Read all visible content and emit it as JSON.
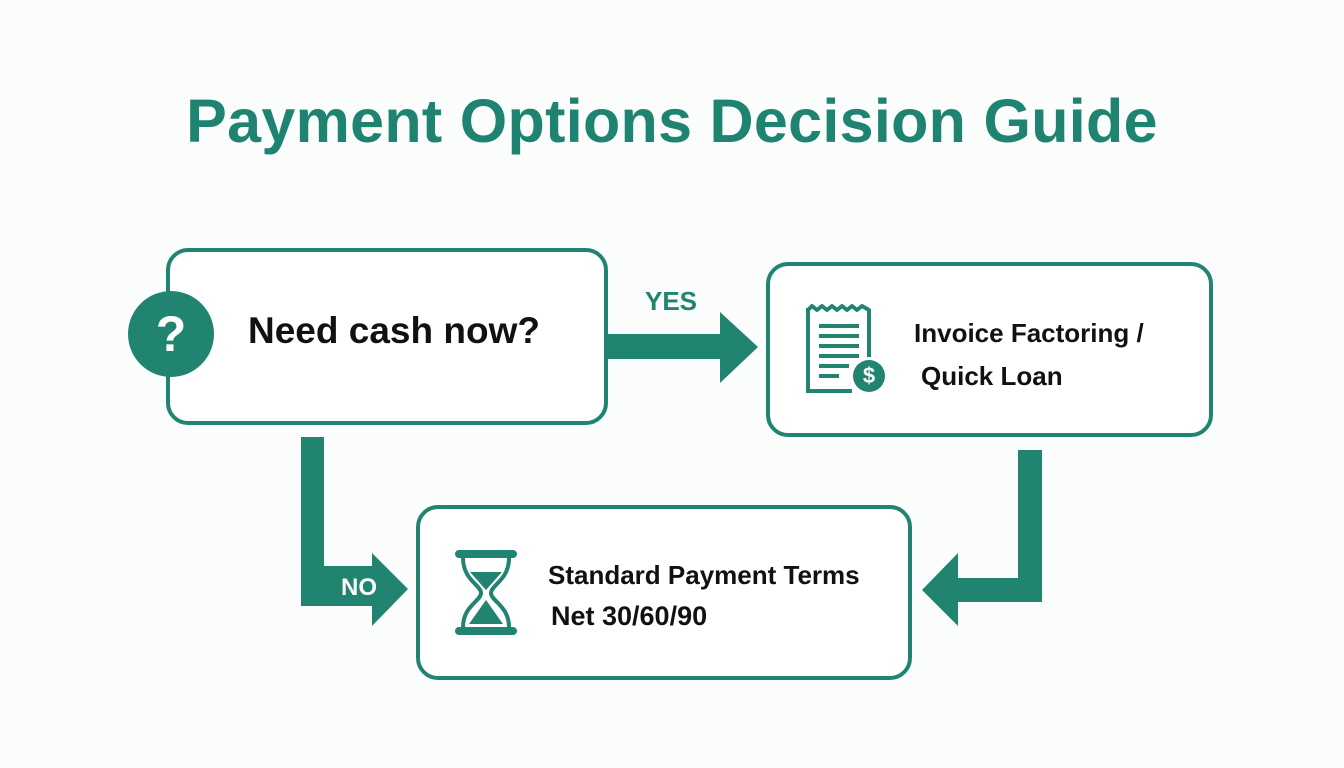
{
  "title": "Payment Options Decision Guide",
  "colors": {
    "accent": "#218471",
    "text": "#111111",
    "background": "#fbfcfc"
  },
  "nodes": {
    "question": {
      "label": "Need cash now?",
      "icon": "question-mark-icon"
    },
    "yes_outcome": {
      "line1": "Invoice Factoring /",
      "line2": "Quick Loan",
      "icon": "invoice-dollar-icon"
    },
    "no_outcome": {
      "line1": "Standard Payment Terms",
      "line2": "Net 30/60/90",
      "icon": "hourglass-icon"
    }
  },
  "edges": {
    "yes": {
      "label": "YES",
      "from": "question",
      "to": "yes_outcome"
    },
    "no": {
      "label": "NO",
      "from": "question",
      "to": "no_outcome"
    },
    "merge": {
      "label": "",
      "from": "yes_outcome",
      "to": "no_outcome"
    }
  },
  "icon_glyphs": {
    "question": "?",
    "dollar": "$"
  }
}
